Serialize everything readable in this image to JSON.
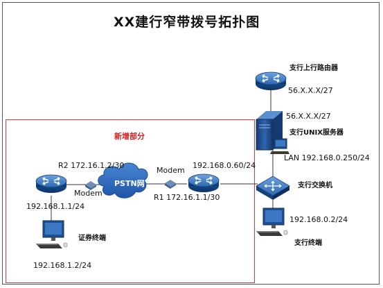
{
  "title": "XX建行窄带拨号拓扑图",
  "new_section_label": "新增部分",
  "labels": {
    "uplink_router": "支行上行路由器",
    "uplink_ip": "56.X.X.X/27",
    "server_wan_ip": "56.X.X.X/27",
    "unix_server": "支行UNIX服务器",
    "server_lan_ip": "LAN 192.168.0.250/24",
    "switch": "支行交换机",
    "branch_terminal_ip": "192.168.0.2/24",
    "branch_terminal": "支行终端",
    "r2_label": "R2 172.16.1.2/30",
    "modem_left": "Modem",
    "modem_right": "Modem",
    "pstn": "PSTN网",
    "r1_lan_ip": "192.168.0.60/24",
    "r1_label": "R1  172.16.1.1/30",
    "r2_lan_ip": "192.168.1.1/24",
    "securities_terminal": "证券终端",
    "securities_terminal_ip": "192.168.1.2/24"
  },
  "colors": {
    "device_blue": "#1f5fa8",
    "device_dark": "#0f3f7a",
    "frame_red": "#d23a3a",
    "title_red": "#d42020"
  }
}
